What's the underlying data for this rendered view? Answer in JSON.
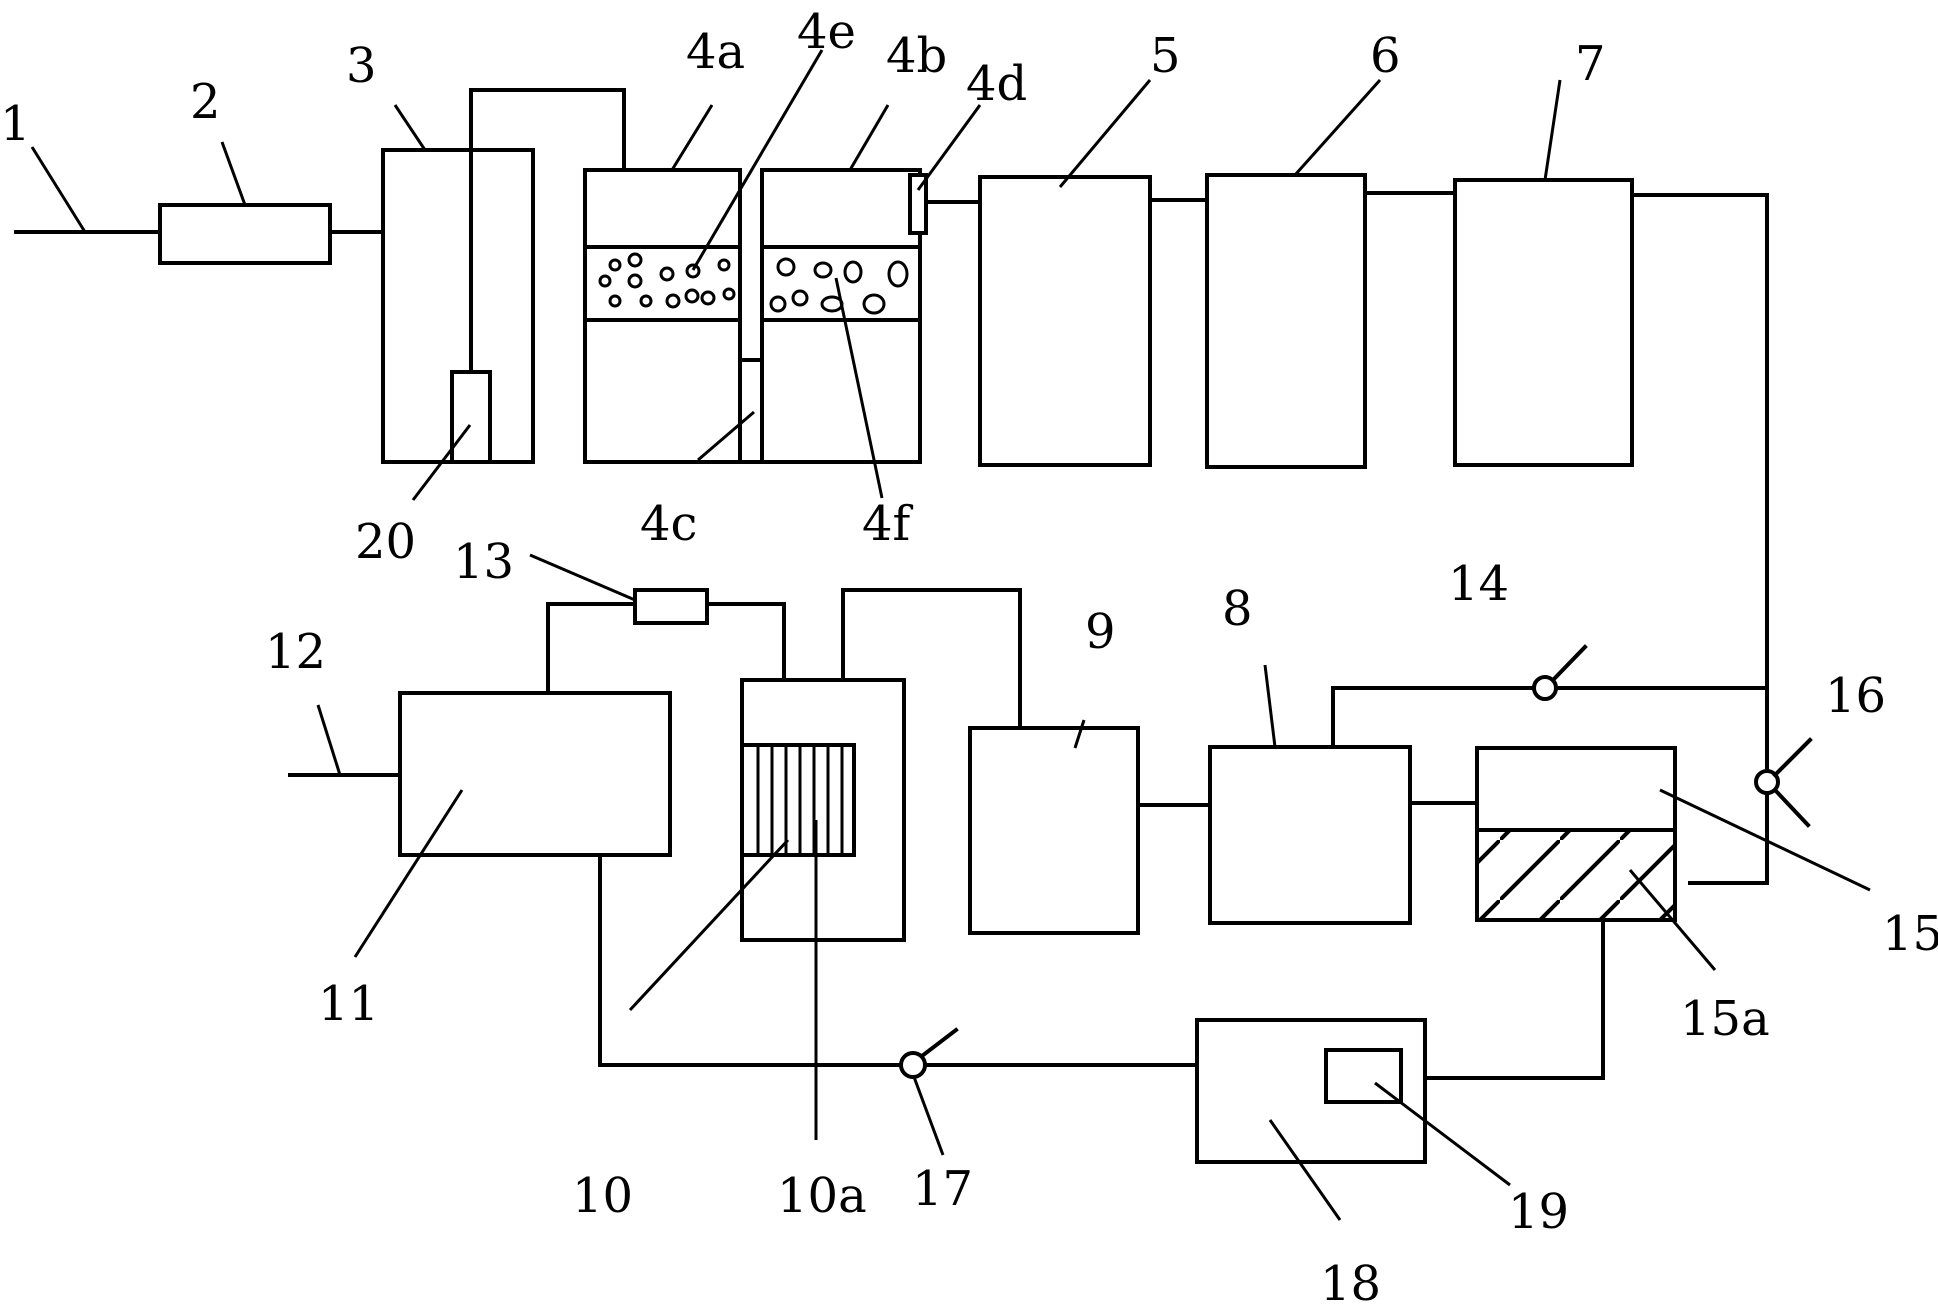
{
  "labels": {
    "l1": "1",
    "l2": "2",
    "l3": "3",
    "l4a": "4a",
    "l4b": "4b",
    "l4c": "4c",
    "l4d": "4d",
    "l4e": "4e",
    "l4f": "4f",
    "l5": "5",
    "l6": "6",
    "l7": "7",
    "l8": "8",
    "l9": "9",
    "l10": "10",
    "l10a": "10a",
    "l11": "11",
    "l12": "12",
    "l13": "13",
    "l14": "14",
    "l15": "15",
    "l15a": "15a",
    "l16": "16",
    "l17": "17",
    "l18": "18",
    "l19": "19",
    "l20": "20"
  }
}
